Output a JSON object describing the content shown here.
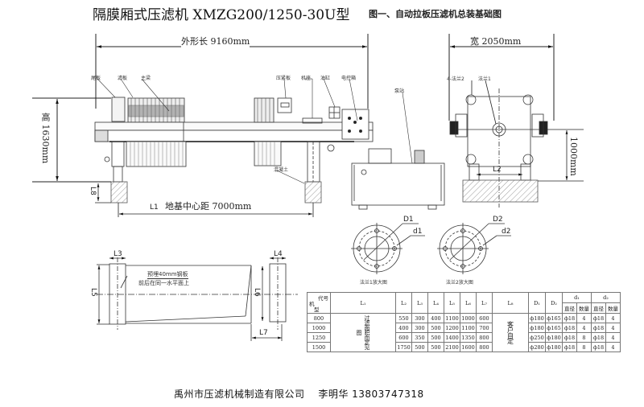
{
  "title": {
    "main": "隔膜厢式压滤机 XMZG200/1250-30U型",
    "figure": "图一、自动拉板压滤机总装基础图"
  },
  "dimensions": {
    "length": "外形长 9160mm",
    "width": "宽 2050mm",
    "height": "高 1630mm",
    "foundation_center": "地基中心距 7000mm",
    "side_height": "1000mm",
    "L1": "L1",
    "L2": "L2",
    "L3": "L3",
    "L4": "L4",
    "L5": "L5",
    "L6": "L6",
    "L7": "L7",
    "L8": "L8"
  },
  "parts": {
    "tail_plate": "尾板",
    "filter_plate": "滤板",
    "main_beam": "主梁",
    "press_plate": "压紧板",
    "machine_base": "机座",
    "oil_cylinder": "油缸",
    "control_box": "电控箱",
    "pump_station": "泵站",
    "concrete": "混凝土",
    "flange2_ref": "4-法兰2",
    "flange1_ref": "法兰1"
  },
  "flanges": [
    {
      "D": "D1",
      "d": "d1",
      "caption": "法兰1放大图"
    },
    {
      "D": "D2",
      "d": "d2",
      "caption": "法兰2放大图"
    }
  ],
  "embed_note": {
    "line1": "预埋40mm钢板",
    "line2": "前后在同一水平面上"
  },
  "table": {
    "corner": {
      "top": "代号",
      "mid": "机",
      "bottom": "型"
    },
    "headers": [
      "L₁",
      "L₂",
      "L₃",
      "L₄",
      "L₅",
      "L₆",
      "L₇",
      "L₈",
      "D₁",
      "D₂"
    ],
    "d1_header": "d₁",
    "d2_header": "d₂",
    "sub_headers": [
      "直径",
      "数量",
      "直径",
      "数量"
    ],
    "L1_merged": "过滤面积而定见图",
    "L8_merged": "客户自定",
    "rows": [
      {
        "model": "800",
        "L2": "550",
        "L3": "300",
        "L4": "400",
        "L5": "1100",
        "L6": "1000",
        "L7": "600",
        "D1": "ф180",
        "D2": "ф165",
        "d1_dia": "ф18",
        "d1_qty": "4",
        "d2_dia": "ф18",
        "d2_qty": "4"
      },
      {
        "model": "1000",
        "L2": "400",
        "L3": "300",
        "L4": "500",
        "L5": "1200",
        "L6": "1100",
        "L7": "700",
        "D1": "ф180",
        "D2": "ф165",
        "d1_dia": "ф18",
        "d1_qty": "4",
        "d2_dia": "ф18",
        "d2_qty": "4"
      },
      {
        "model": "1250",
        "L2": "600",
        "L3": "350",
        "L4": "500",
        "L5": "1400",
        "L6": "1350",
        "L7": "800",
        "D1": "ф250",
        "D2": "ф180",
        "d1_dia": "ф18",
        "d1_qty": "8",
        "d2_dia": "ф18",
        "d2_qty": "4"
      },
      {
        "model": "1500",
        "L2": "1750",
        "L3": "500",
        "L4": "500",
        "L5": "2100",
        "L6": "1600",
        "L7": "800",
        "D1": "ф280",
        "D2": "ф180",
        "d1_dia": "ф18",
        "d1_qty": "8",
        "d2_dia": "ф18",
        "d2_qty": "4"
      }
    ]
  },
  "footer": "禹州市压滤机械制造有限公司　 李明华 13803747318"
}
